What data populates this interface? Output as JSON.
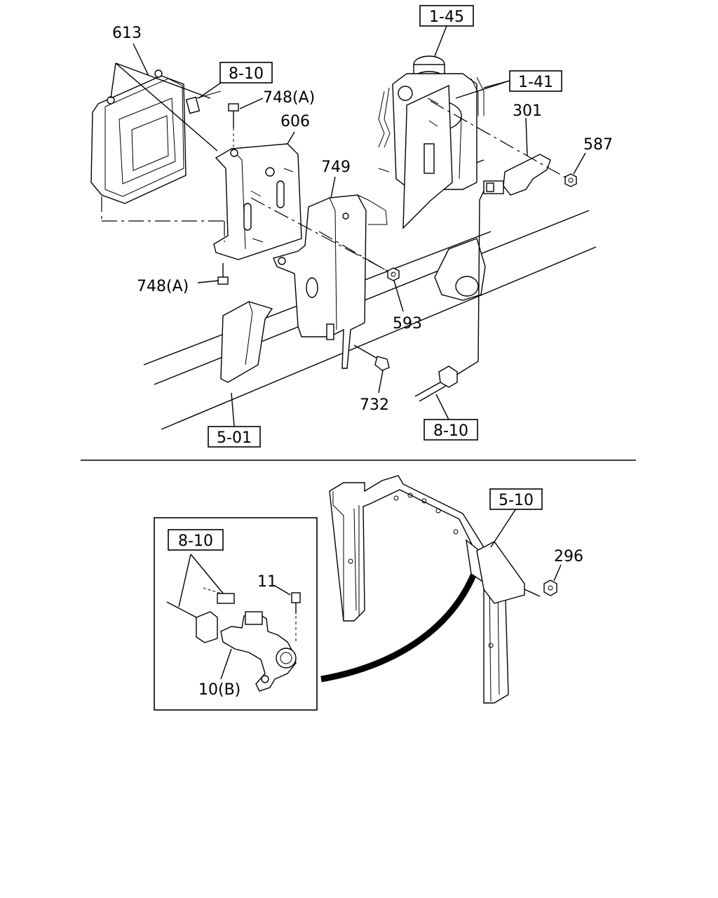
{
  "callouts": {
    "c613": "613",
    "c748a_top": "748(A)",
    "c606": "606",
    "c749": "749",
    "c301": "301",
    "c587": "587",
    "c748a_bottom": "748(A)",
    "c593": "593",
    "c732": "732",
    "c11": "11",
    "c10b": "10(B)",
    "c296": "296"
  },
  "references": {
    "r1_45": "1-45",
    "r1_41": "1-41",
    "r8_10_top": "8-10",
    "r5_01": "5-01",
    "r8_10_mid": "8-10",
    "r5_10": "5-10",
    "r8_10_inset": "8-10"
  }
}
